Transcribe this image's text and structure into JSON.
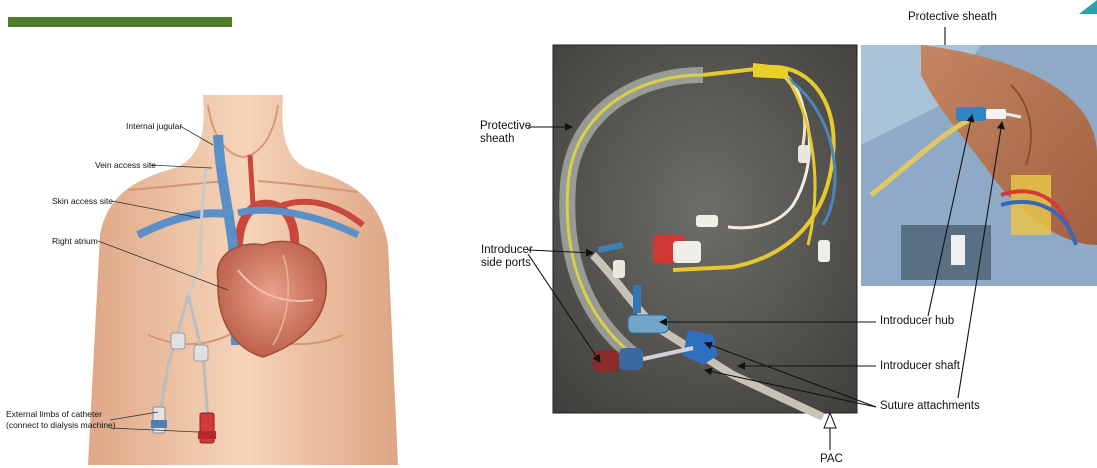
{
  "header": {
    "accent_color": "#4f7b2c",
    "corner_color": "#2a9fb0"
  },
  "left_illustration": {
    "labels": {
      "internal_jugular": "Internal jugular",
      "vein_access_site": "Vein access site",
      "skin_access_site": "Skin access site",
      "right_atrium": "Right atrium",
      "external_limbs_line1": "External limbs of catheter",
      "external_limbs_line2": "(connect to dialysis machine)"
    }
  },
  "right_photos": {
    "labels": {
      "protective_sheath_top": "Protective sheath",
      "protective_sheath_line1": "Protective",
      "protective_sheath_line2": "sheath",
      "introducer_side_ports_line1": "Introducer",
      "introducer_side_ports_line2": "side ports",
      "introducer_hub": "Introducer hub",
      "introducer_shaft": "Introducer shaft",
      "suture_attachments": "Suture attachments",
      "pac": "PAC"
    }
  }
}
